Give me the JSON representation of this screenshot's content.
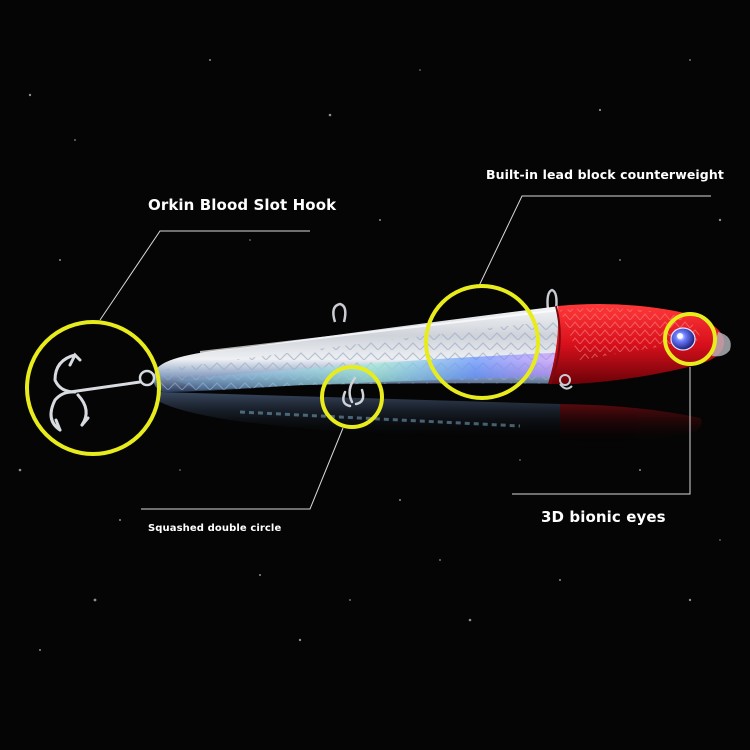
{
  "annotations": {
    "hook_label": "Orkin Blood Slot Hook",
    "lead_label": "Built-in lead block counterweight",
    "circle_label": "Squashed double circle",
    "eyes_label": "3D bionic eyes"
  },
  "colors": {
    "background": "#050505",
    "highlight_circle": "#e8ec1c",
    "callout_line": "#d9d9d9",
    "lure_head": "#d8101c",
    "lure_body": "#e6e9ee",
    "lure_holo_accent": "#3d7fe0"
  }
}
